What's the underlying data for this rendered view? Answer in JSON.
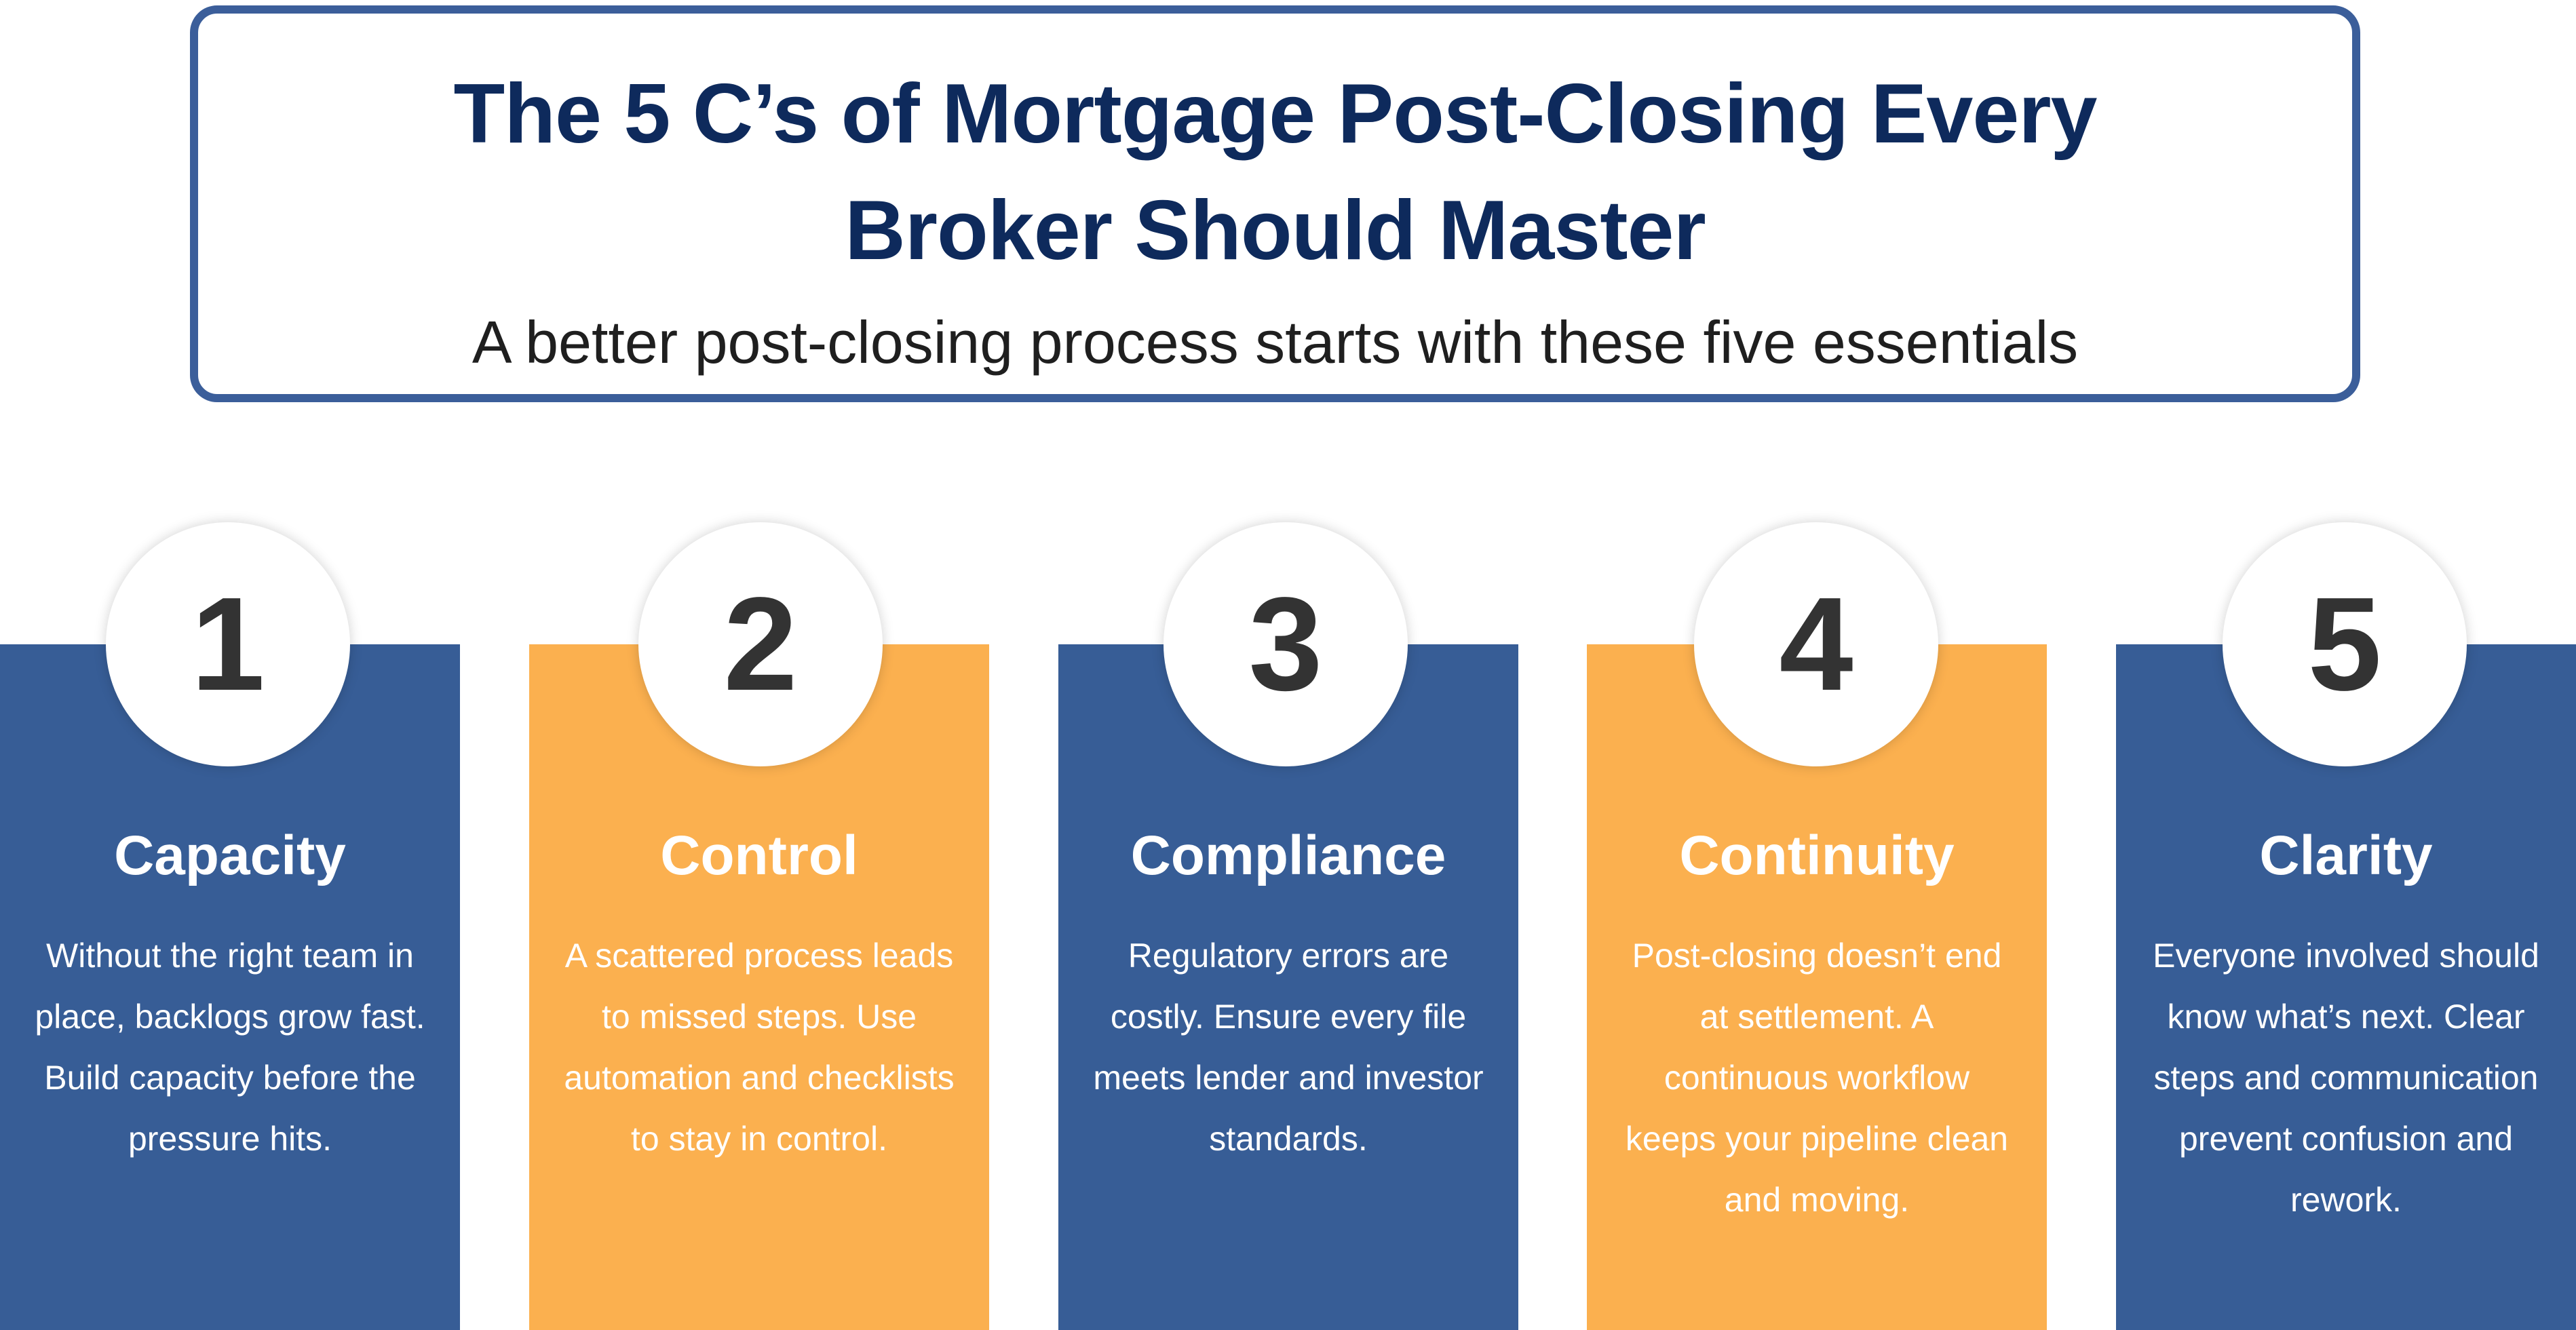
{
  "header": {
    "title": "The 5 C’s of Mortgage Post-Closing Every Broker Should Master",
    "subtitle": "A better post-closing process starts with these five essentials"
  },
  "cards": [
    {
      "number": "1",
      "title": "Capacity",
      "body": "Without the right team in place, backlogs grow fast. Build capacity before the pressure hits."
    },
    {
      "number": "2",
      "title": "Control",
      "body": "A scattered process leads to missed steps. Use automation and checklists to stay in control."
    },
    {
      "number": "3",
      "title": "Compliance",
      "body": "Regulatory errors are costly. Ensure every file meets lender and investor standards."
    },
    {
      "number": "4",
      "title": "Continuity",
      "body": "Post-closing doesn’t end at settlement. A continuous workflow keeps your pipeline clean and moving."
    },
    {
      "number": "5",
      "title": "Clarity",
      "body": "Everyone involved should know what’s next. Clear steps and communication prevent confusion and rework."
    }
  ],
  "colors": {
    "blue": "#375d96",
    "orange": "#fbb04f",
    "title_navy": "#0e2a5c",
    "border_blue": "#3b5e9a"
  }
}
